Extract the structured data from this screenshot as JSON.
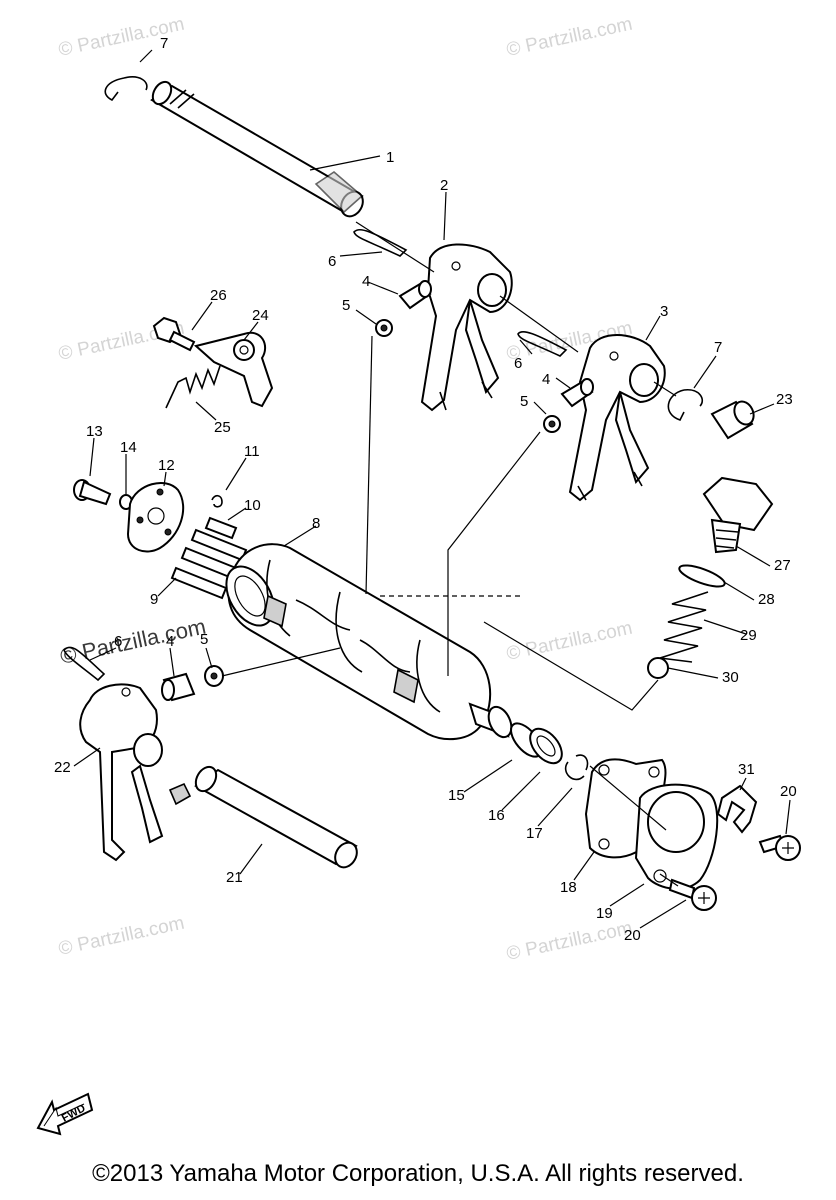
{
  "watermark": "© Partzilla.com",
  "fwd_label": "FWD",
  "copyright": "©2013 Yamaha Motor Corporation, U.S.A. All rights reserved.",
  "callouts": {
    "c1": "1",
    "c2": "2",
    "c3": "3",
    "c4a": "4",
    "c4b": "4",
    "c4c": "4",
    "c5a": "5",
    "c5b": "5",
    "c5c": "5",
    "c6a": "6",
    "c6b": "6",
    "c6c": "6",
    "c7a": "7",
    "c7b": "7",
    "c8": "8",
    "c9": "9",
    "c10": "10",
    "c11": "11",
    "c12": "12",
    "c13": "13",
    "c14": "14",
    "c15": "15",
    "c16": "16",
    "c17": "17",
    "c18": "18",
    "c19": "19",
    "c20a": "20",
    "c20b": "20",
    "c21": "21",
    "c22": "22",
    "c23": "23",
    "c24": "24",
    "c25": "25",
    "c26": "26",
    "c27": "27",
    "c28": "28",
    "c29": "29",
    "c30": "30",
    "c31": "31"
  }
}
